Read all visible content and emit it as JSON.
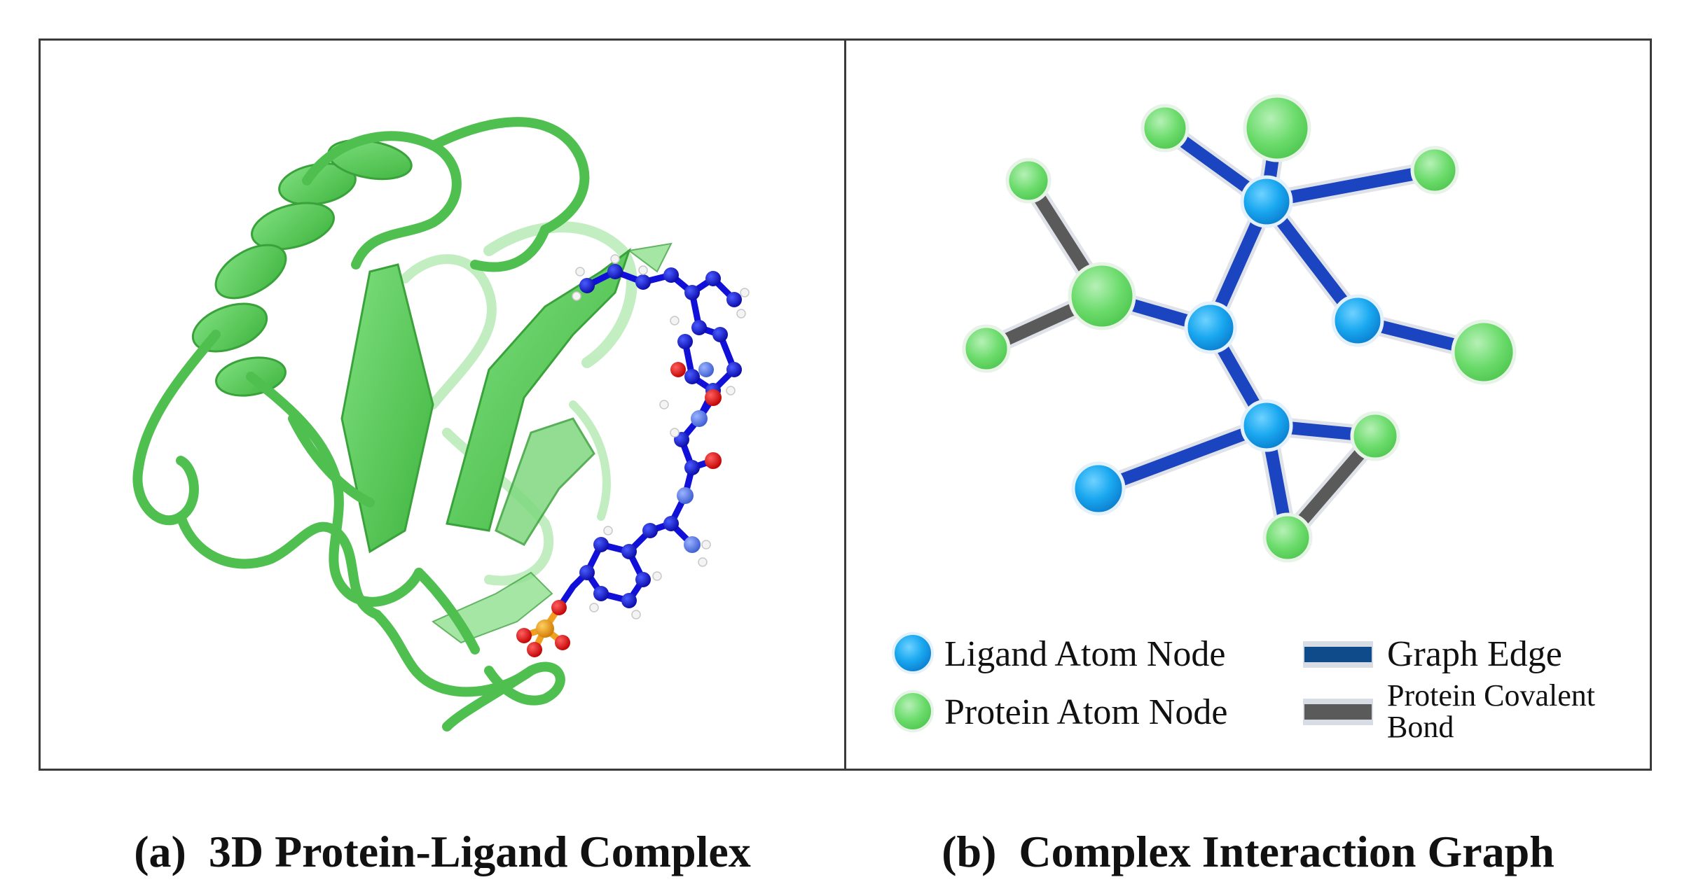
{
  "panel_a": {
    "caption": "(a)  3D Protein-Ligand Complex",
    "colors": {
      "protein_ribbon": "#5ccf5c",
      "protein_ribbon_dark": "#3aa23a",
      "ligand_carbon": "#1010d8",
      "ligand_nitrogen": "#5b7fe0",
      "oxygen": "#e81818",
      "hydrogen": "#f4f4f4",
      "phosphorus": "#f0a020"
    }
  },
  "panel_b": {
    "caption": "(b)  Complex Interaction Graph",
    "legend": {
      "ligand_node": "Ligand Atom Node",
      "protein_node": "Protein Atom Node",
      "graph_edge": "Graph Edge",
      "covalent_bond_line1": "Protein Covalent",
      "covalent_bond_line2": "Bond"
    },
    "colors": {
      "ligand_node": "#1aa8f0",
      "protein_node": "#6cdc6c",
      "graph_edge": "#1a44c0",
      "covalent_bond": "#5a5a5a",
      "edge_shadow": "#d8dce4"
    }
  }
}
